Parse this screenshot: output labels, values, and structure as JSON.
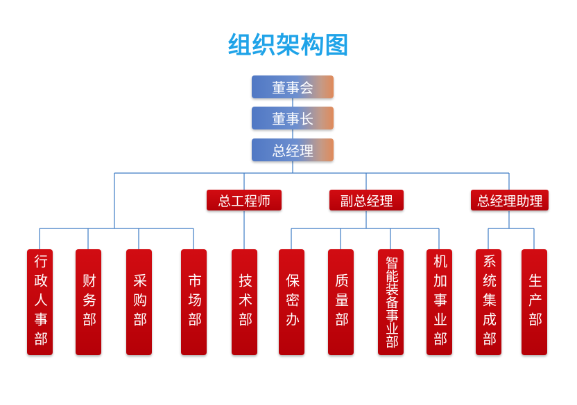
{
  "title": "组织架构图",
  "top_chain": [
    "董事会",
    "董事长",
    "总经理"
  ],
  "managers": {
    "chief_engineer": "总工程师",
    "deputy_gm": "副总经理",
    "gm_assistant": "总经理助理"
  },
  "departments": [
    "行政人事部",
    "财务部",
    "采购部",
    "市场部",
    "技术部",
    "保密办",
    "质量部",
    "智能装备事业部",
    "机加事业部",
    "系统集成部",
    "生产部"
  ],
  "colors": {
    "title": "#1fa3e8",
    "line": "#3d7bc4",
    "red_box": "#c00008",
    "blue_box": "#5078c4"
  }
}
